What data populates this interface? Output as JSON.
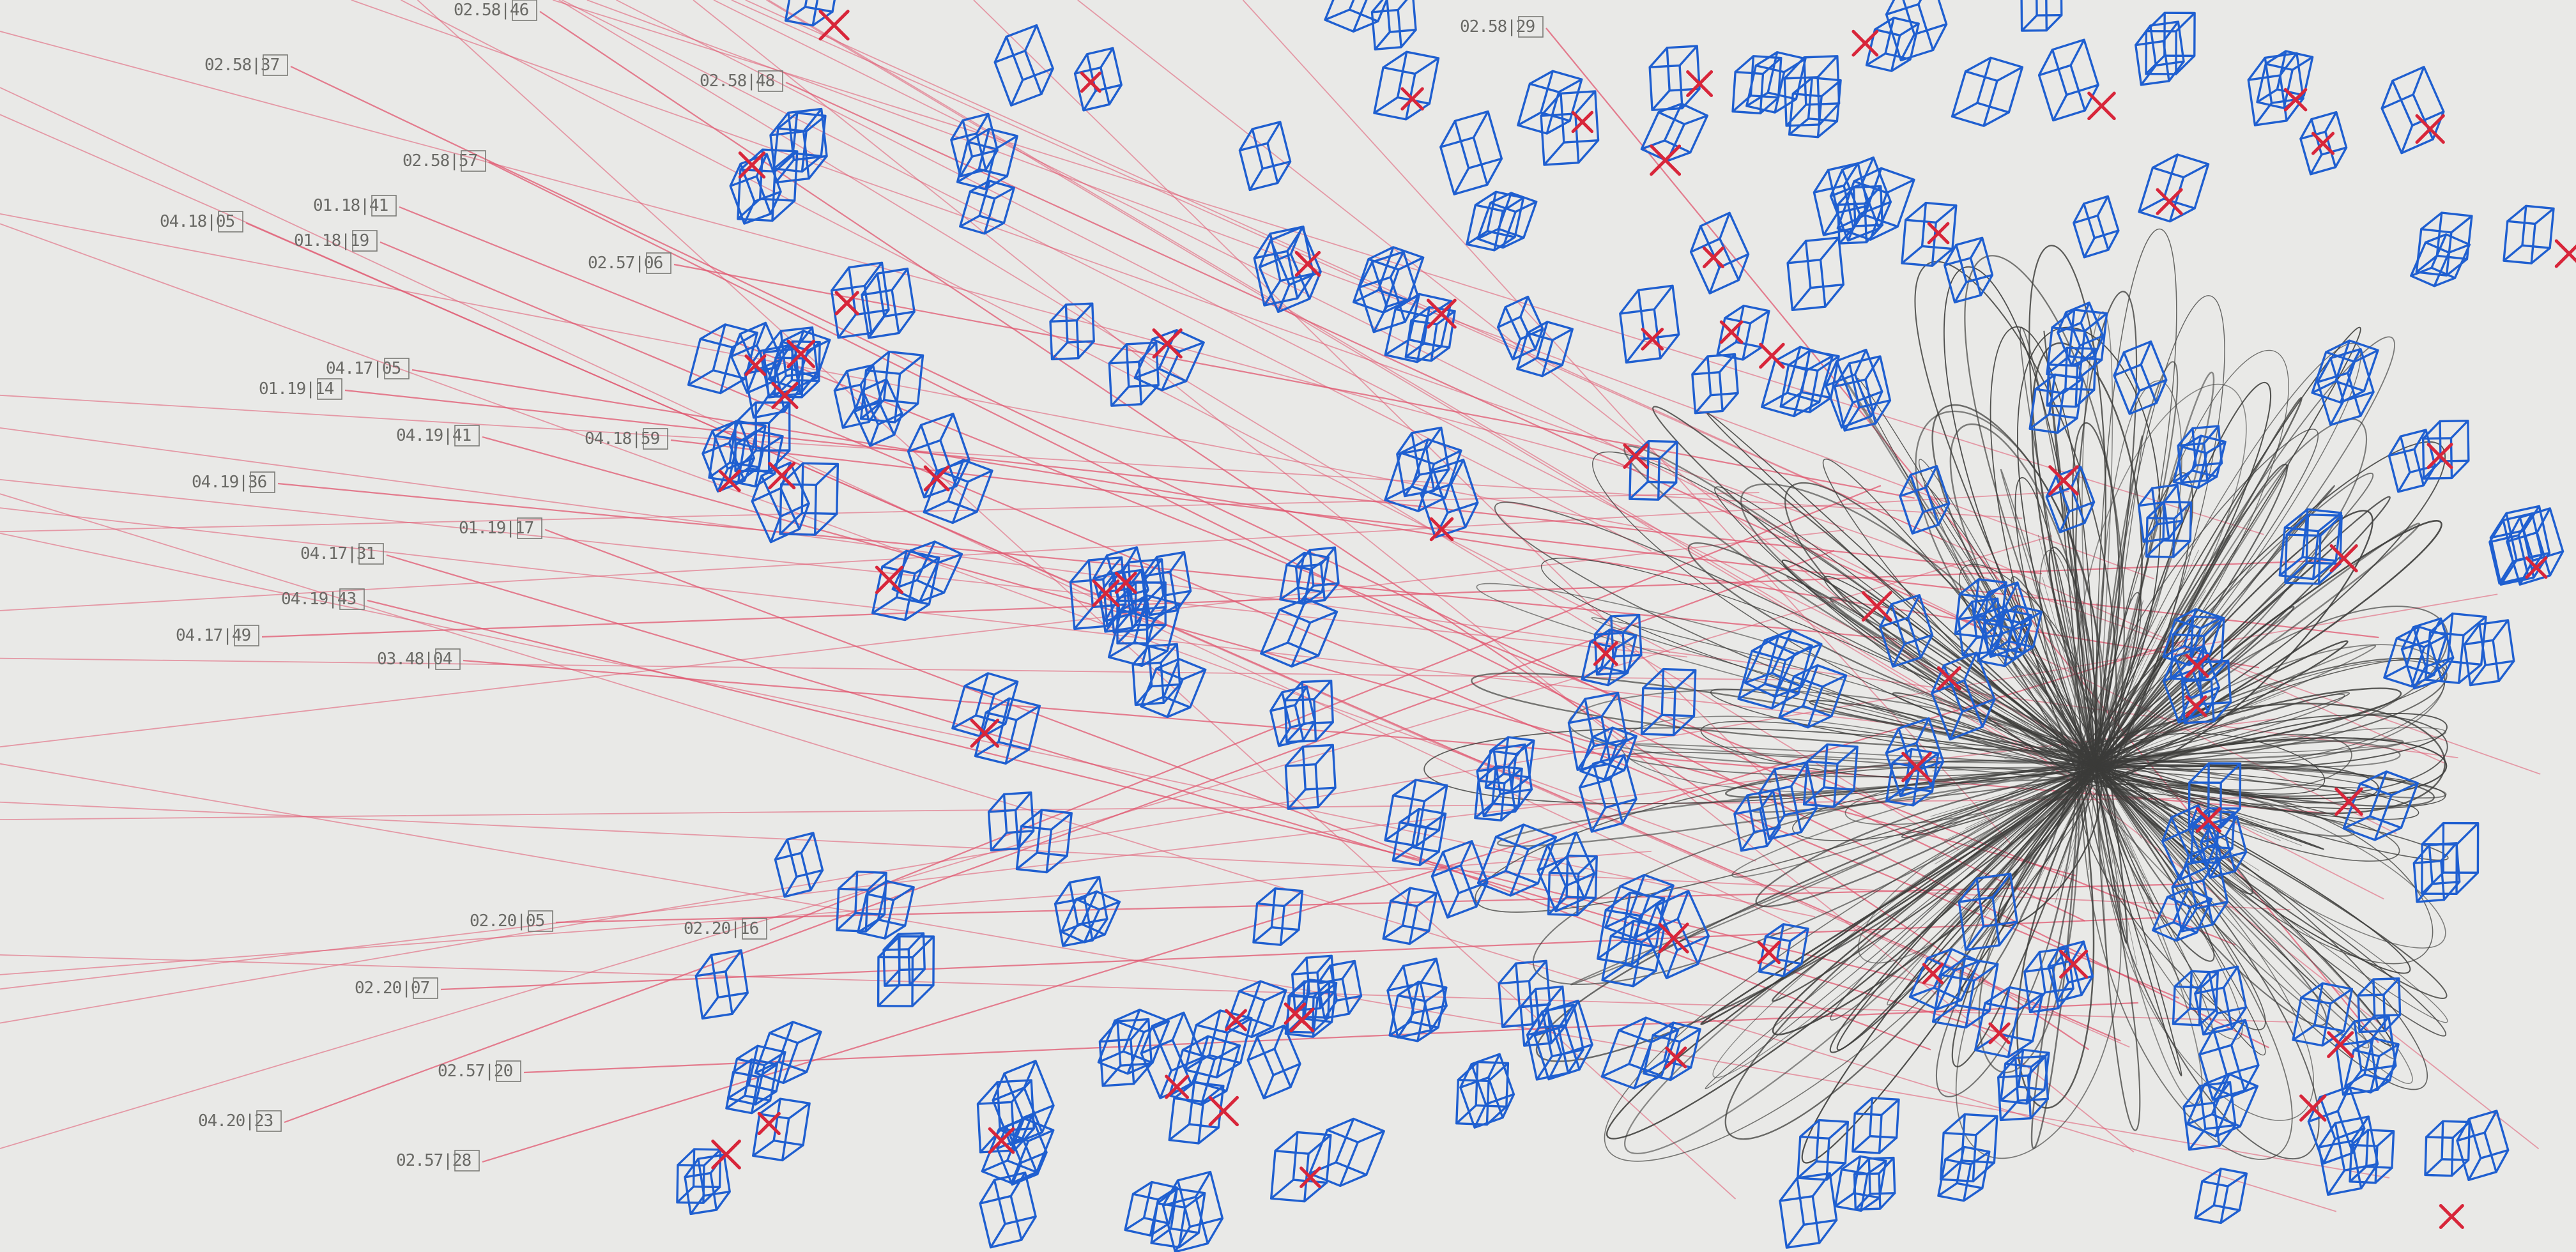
{
  "artwork": {
    "colors": {
      "paper": "#e9e9e7",
      "graphite": "#3c3c3a",
      "red_thread": "#e0566f",
      "blue_cube": "#1f5fd0",
      "red_cross": "#d8263a",
      "label_ink": "#6a6a66"
    },
    "timestamp_labels": [
      "02.58|46",
      "02.58|37",
      "02.58|48",
      "02.58|57",
      "04.18|05",
      "01.18|41",
      "01.18|19",
      "02.57|06",
      "04.17|05",
      "01.19|14",
      "04.19|41",
      "04.18|59",
      "04.19|36",
      "01.19|17",
      "04.17|31",
      "04.19|43",
      "04.17|49",
      "03.48|04",
      "02.58|29",
      "02.20|05",
      "02.20|16",
      "02.20|07",
      "02.57|20",
      "04.20|23",
      "02.57|28"
    ]
  }
}
